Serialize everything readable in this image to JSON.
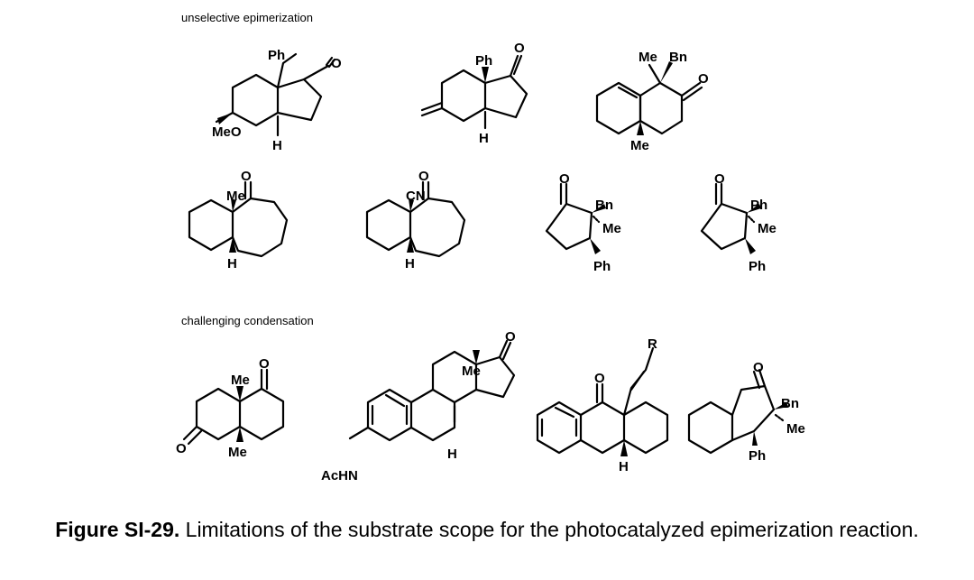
{
  "sections": {
    "unselective": "unselective epimerization",
    "challenging": "challenging condensation"
  },
  "atoms": {
    "ph": "Ph",
    "o": "O",
    "meo": "MeO",
    "h": "H",
    "me": "Me",
    "bn": "Bn",
    "cn": "CN",
    "r": "R",
    "achn": "AcHN"
  },
  "caption": {
    "label": "Figure SI-29.",
    "text": " Limitations of the substrate scope for the photocatalyzed epimerization reaction."
  }
}
